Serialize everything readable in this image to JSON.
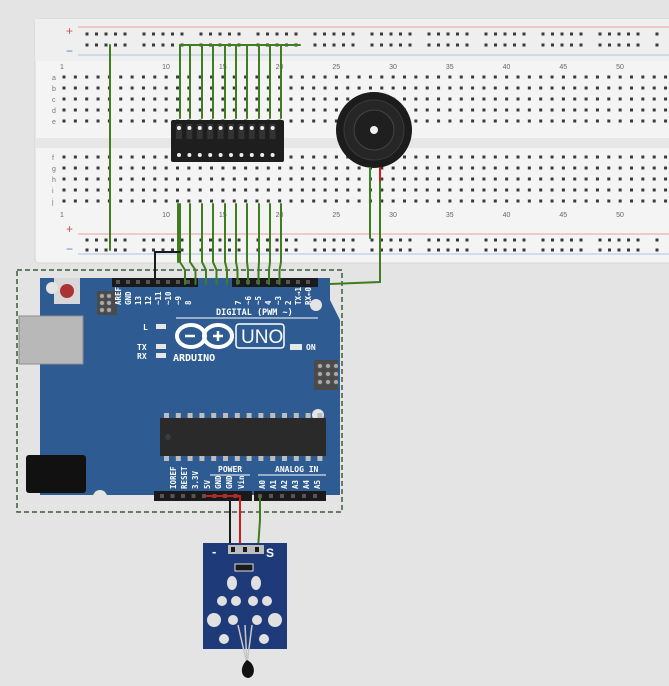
{
  "breadboard": {
    "column_numbers": [
      "1",
      "10",
      "15",
      "20",
      "25",
      "30",
      "35",
      "40",
      "45",
      "50"
    ],
    "row_letters_top": [
      "a",
      "b",
      "c",
      "d",
      "e"
    ],
    "row_letters_bottom": [
      "f",
      "g",
      "h",
      "i",
      "j"
    ],
    "rail_plus": "+",
    "rail_minus": "−"
  },
  "arduino": {
    "top_pins": [
      "AREF",
      "GND",
      "13",
      "12",
      "~11",
      "~10",
      "~9",
      "8",
      "7",
      "~6",
      "~5",
      "4",
      "~3",
      "2",
      "TX→1",
      "RX←0"
    ],
    "digital_label": "DIGITAL (PWM ~)",
    "led_l": "L",
    "led_tx": "TX",
    "led_rx": "RX",
    "on_label": "ON",
    "logo_brand": "ARDUINO",
    "logo_model": "UNO",
    "power_label": "POWER",
    "analog_label": "ANALOG IN",
    "bottom_pins": [
      "IOREF",
      "RESET",
      "3.3V",
      "5V",
      "GND",
      "GND",
      "Vin",
      "A0",
      "A1",
      "A2",
      "A3",
      "A4",
      "A5"
    ]
  },
  "sensor": {
    "minus": "-",
    "signal": "S"
  },
  "colors": {
    "board_blue": "#2e5c92",
    "wire_green": "#3f7d1f",
    "wire_red": "#d11c1c",
    "wire_black": "#1a1a1a"
  }
}
